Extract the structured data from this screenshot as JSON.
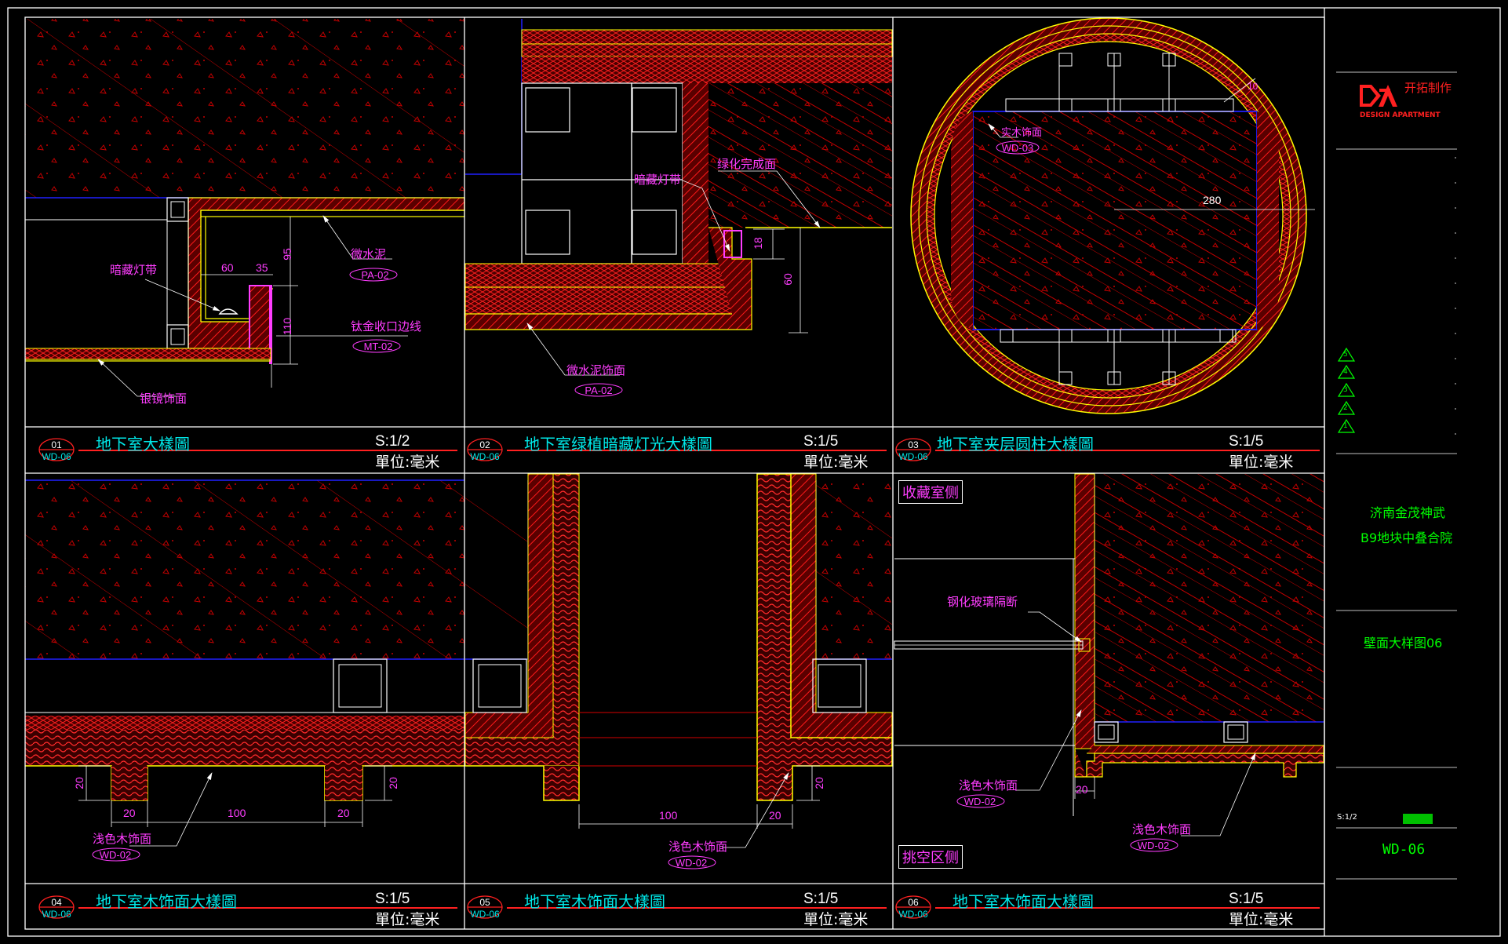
{
  "panels": [
    {
      "num": "01",
      "ref": "WD-06",
      "title": "地下室大樣圖",
      "scale": "S:1/2",
      "unit": "單位:毫米"
    },
    {
      "num": "02",
      "ref": "WD-06",
      "title": "地下室绿植暗藏灯光大樣圖",
      "scale": "S:1/5",
      "unit": "單位:毫米"
    },
    {
      "num": "03",
      "ref": "WD-06",
      "title": "地下室夹层圆柱大樣圖",
      "scale": "S:1/5",
      "unit": "單位:毫米"
    },
    {
      "num": "04",
      "ref": "WD-06",
      "title": "地下室木饰面大樣圖",
      "scale": "S:1/5",
      "unit": "單位:毫米"
    },
    {
      "num": "05",
      "ref": "WD-06",
      "title": "地下室木饰面大樣圖",
      "scale": "S:1/5",
      "unit": "單位:毫米"
    },
    {
      "num": "06",
      "ref": "WD-06",
      "title": "地下室木饰面大樣圖",
      "scale": "S:1/5",
      "unit": "單位:毫米"
    }
  ],
  "labels": {
    "p1_light": "暗藏灯带",
    "p1_microcement": "微水泥",
    "p1_microcement_code": "PA-02",
    "p1_titanium": "钛金收口边线",
    "p1_titanium_code": "MT-02",
    "p1_mirror": "银镜饰面",
    "p2_light": "暗藏灯带",
    "p2_green": "绿化完成面",
    "p2_microcement": "微水泥饰面",
    "p2_microcement_code": "PA-02",
    "p3_wood": "实木饰面",
    "p3_wood_code": "WD-03",
    "p4_wood": "浅色木饰面",
    "p4_wood_code": "WD-02",
    "p5_wood": "浅色木饰面",
    "p5_wood_code": "WD-02",
    "p6_glass": "钢化玻璃隔断",
    "p6_wood_a": "浅色木饰面",
    "p6_wood_a_code": "WD-02",
    "p6_wood_b": "浅色木饰面",
    "p6_wood_b_code": "WD-02",
    "p6_zone_top": "收藏室侧",
    "p6_zone_bottom": "挑空区侧"
  },
  "dims": {
    "p1_60": "60",
    "p1_35": "35",
    "p1_95": "95",
    "p1_110": "110",
    "p2_18": "18",
    "p2_60": "60",
    "p3_280": "280",
    "p3_10": "10",
    "p4_20a": "20",
    "p4_20b": "20",
    "p4_20c": "20",
    "p4_20d": "20",
    "p4_100": "100",
    "p5_100": "100",
    "p5_20a": "20",
    "p5_20b": "20",
    "p6_20": "20"
  },
  "title_block": {
    "company_cn": "开拓制作",
    "company_en": "DESIGN APARTMENT",
    "project_line1": "济南金茂神武",
    "project_line2": "B9地块中叠合院",
    "drawing_title": "壁面大样图06",
    "scale_value": "S:1/2",
    "drawing_no": "WD-06",
    "revisions": [
      "5",
      "4",
      "3",
      "2",
      "1"
    ]
  },
  "colors": {
    "background": "#000000",
    "frame": "#ffffff",
    "hatch": "#d40000",
    "outline": "#ffff00",
    "blue": "#2020ff",
    "cyan": "#00e8e8",
    "magenta": "#ff3dff",
    "green": "#00ff00"
  }
}
